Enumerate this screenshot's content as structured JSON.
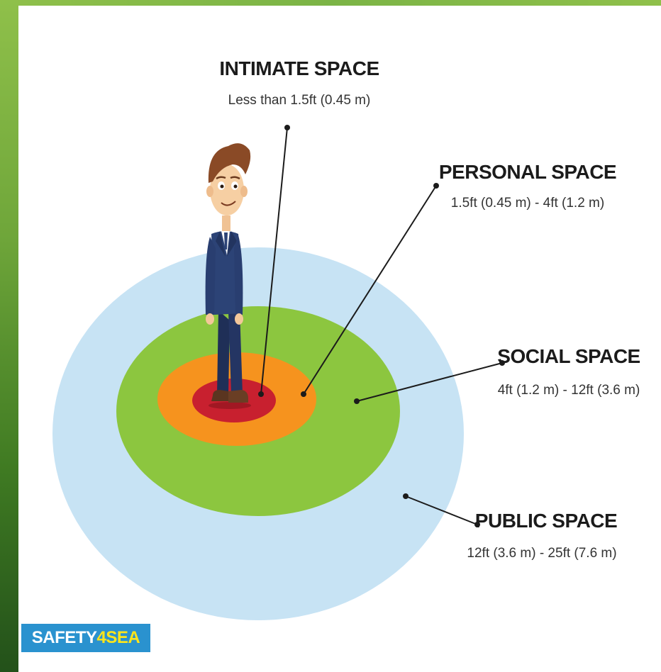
{
  "zones": [
    {
      "id": "intimate",
      "title": "INTIMATE SPACE",
      "range": "Less than 1.5ft (0.45 m)",
      "color": "#c8202f"
    },
    {
      "id": "personal",
      "title": "PERSONAL SPACE",
      "range": "1.5ft (0.45 m) - 4ft (1.2 m)",
      "color": "#f6931e"
    },
    {
      "id": "social",
      "title": "SOCIAL SPACE",
      "range": "4ft (1.2 m) - 12ft (3.6 m)",
      "color": "#8cc63f"
    },
    {
      "id": "public",
      "title": "PUBLIC SPACE",
      "range": "12ft (3.6 m) - 25ft (7.6 m)",
      "color": "#c7e3f4"
    }
  ],
  "logo": {
    "main": "SAFETY",
    "accent": "4SEA",
    "color": "#2a92cf",
    "accent_color": "#ffe51a"
  },
  "frame_color": "#6fa63a"
}
